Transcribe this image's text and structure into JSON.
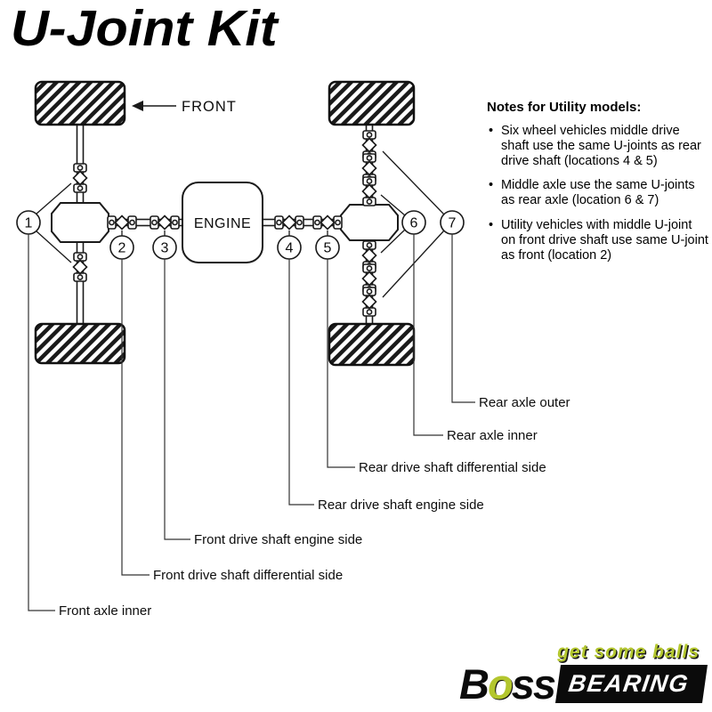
{
  "title": "U-Joint Kit",
  "diagram": {
    "front_label": "FRONT",
    "engine_label": "ENGINE",
    "locations": [
      "1",
      "2",
      "3",
      "4",
      "5",
      "6",
      "7"
    ]
  },
  "callouts": [
    {
      "num": "1",
      "label": "Front axle inner"
    },
    {
      "num": "2",
      "label": "Front drive shaft differential side"
    },
    {
      "num": "3",
      "label": "Front drive shaft engine side"
    },
    {
      "num": "4",
      "label": "Rear drive shaft engine side"
    },
    {
      "num": "5",
      "label": "Rear drive shaft differential side"
    },
    {
      "num": "6",
      "label": "Rear axle inner"
    },
    {
      "num": "7",
      "label": "Rear axle outer"
    }
  ],
  "notes": {
    "heading": "Notes for Utility models:",
    "bullets": [
      "Six wheel vehicles middle drive shaft use the same U-joints as rear drive shaft (locations 4 & 5)",
      "Middle axle use the same U-joints as rear axle (location 6 & 7)",
      "Utility vehicles with middle U-joint on front drive shaft use same U-joint as front (location 2)"
    ]
  },
  "logo": {
    "tagline": "get some balls",
    "brand_b": "B",
    "brand_o": "o",
    "brand_ss": "ss",
    "brand_bearing": "BEARING"
  },
  "colors": {
    "line": "#1a1a1a",
    "accent_green": "#b3c62e",
    "background": "#ffffff"
  }
}
